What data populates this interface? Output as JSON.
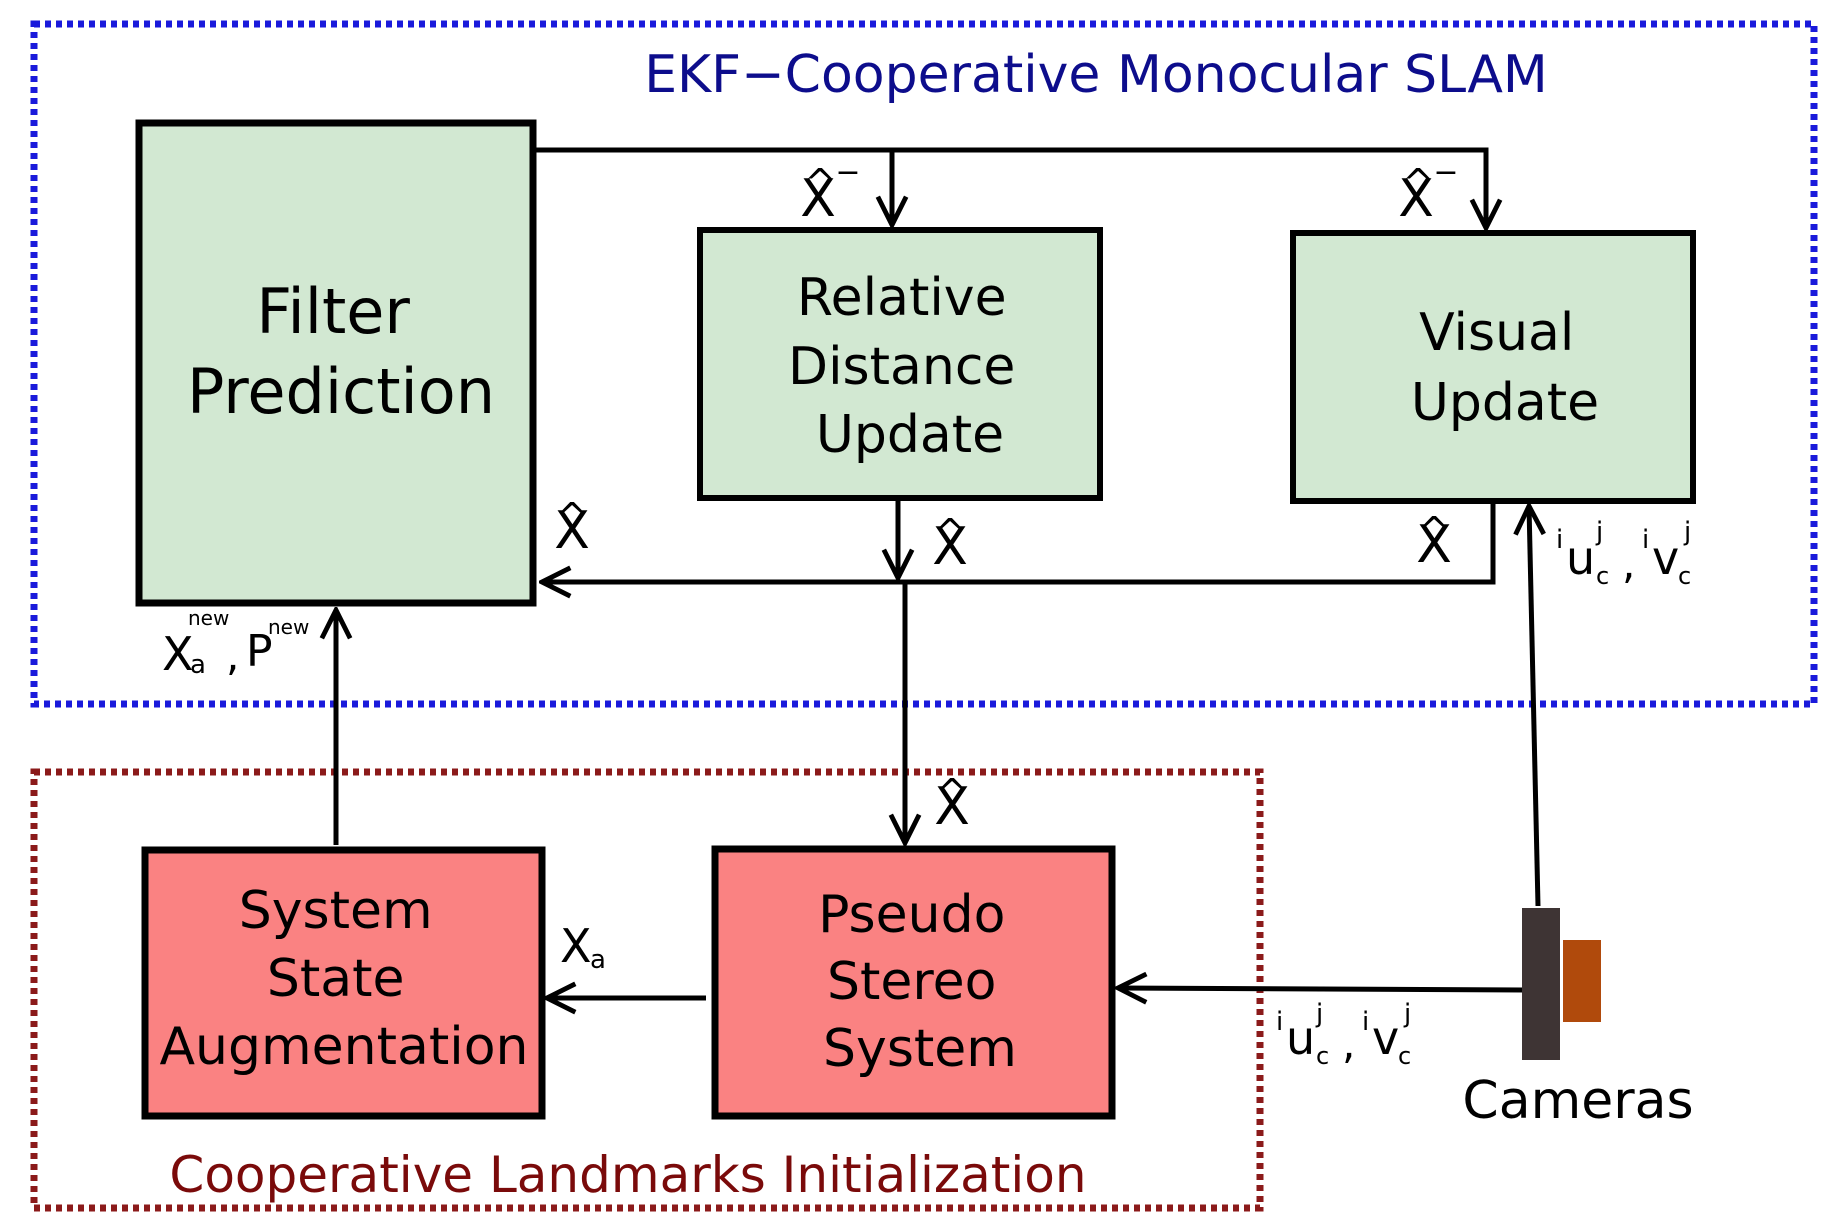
{
  "titles": {
    "ekf_region": "EKF−Cooperative Monocular SLAM",
    "init_region": "Cooperative Landmarks Initialization"
  },
  "blocks": {
    "filter_prediction": [
      "Filter",
      "Prediction"
    ],
    "relative_distance_update": [
      "Relative",
      "Distance",
      "Update"
    ],
    "visual_update": [
      "Visual",
      "Update"
    ],
    "system_state_augmentation": [
      "System",
      "State",
      "Augmentation"
    ],
    "pseudo_stereo_system": [
      "Pseudo",
      "Stereo",
      "System"
    ]
  },
  "labels": {
    "x_hat_minus": "X",
    "x_hat_minus_sup": "−",
    "x_hat": "X",
    "hat_mark": "^",
    "x_a": "X",
    "x_a_sub": "a",
    "x_a_new_sup": "new",
    "p_new": "P",
    "p_new_sup": "new",
    "comma": ",",
    "u": "u",
    "v": "v",
    "index_i": "i",
    "index_j": "j",
    "index_c": "c",
    "cameras": "Cameras"
  },
  "colors": {
    "ekf_border": "#1a1adb",
    "ekf_title": "#0d0d8c",
    "init_border": "#8b1a1a",
    "init_title": "#7a0a0a",
    "green_block": "#d2e8d2",
    "red_block": "#fa8282",
    "camera_body": "#3e3434",
    "camera_lens": "#b04a0c"
  }
}
